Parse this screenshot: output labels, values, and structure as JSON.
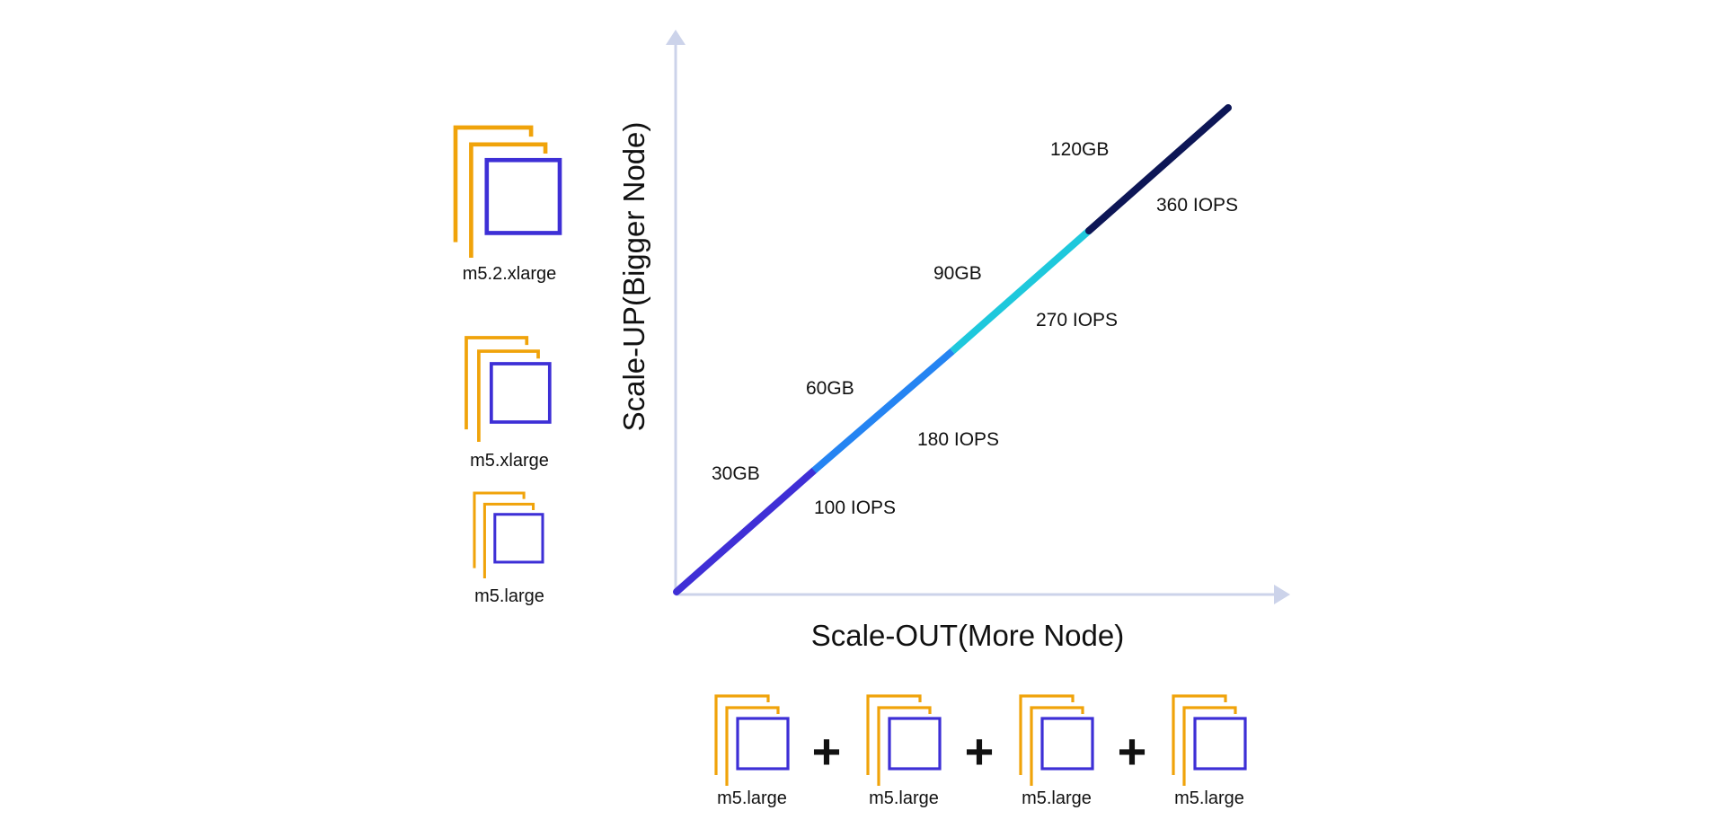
{
  "axes": {
    "y_title": "Scale-UP(Bigger Node)",
    "x_title": "Scale-OUT(More Node)"
  },
  "scale_up_nodes": [
    {
      "label": "m5.2.xlarge"
    },
    {
      "label": "m5.xlarge"
    },
    {
      "label": "m5.large"
    }
  ],
  "scale_out_nodes": [
    {
      "label": "m5.large"
    },
    {
      "label": "m5.large"
    },
    {
      "label": "m5.large"
    },
    {
      "label": "m5.large"
    }
  ],
  "plus_signs": [
    "+",
    "+",
    "+"
  ],
  "line_segments": [
    {
      "storage": "30GB",
      "iops": "100 IOPS",
      "color": "#3f2fd6"
    },
    {
      "storage": "60GB",
      "iops": "180 IOPS",
      "color": "#2584f2"
    },
    {
      "storage": "90GB",
      "iops": "270 IOPS",
      "color": "#1ec8dc"
    },
    {
      "storage": "120GB",
      "iops": "360 IOPS",
      "color": "#0d1656"
    }
  ],
  "colors": {
    "axis": "#ccd3ea",
    "frame_back": "#f0a30a",
    "frame_front": "#3d2fd6"
  },
  "icons": {
    "node": "stacked-server-icon"
  }
}
